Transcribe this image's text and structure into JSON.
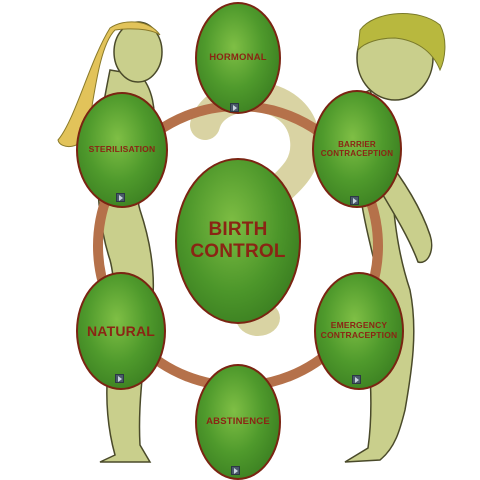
{
  "center": {
    "line1": "BIRTH",
    "line2": "CONTROL"
  },
  "nodes": {
    "hormonal": "HORMONAL",
    "sterilisation": "STERILISATION",
    "barrier_line1": "BARRIER",
    "barrier_line2": "CONTRACEPTION",
    "natural": "NATURAL",
    "emergency_line1": "EMERGENCY",
    "emergency_line2": "CONTRACEPTION",
    "abstinence": "ABSTINENCE"
  },
  "icons": {
    "nav": "play-arrow-icon",
    "background": "question-mark-icon"
  },
  "colors": {
    "ring": "#b5714a",
    "node_fill": "#4f9a2c",
    "label_text": "#8a2514",
    "figure_skin": "#c9cf8c",
    "figure_outline": "#4a4a2a",
    "hair_woman": "#e2c35a",
    "hair_man": "#b8b83e",
    "question_mark": "#d9d3a3"
  }
}
